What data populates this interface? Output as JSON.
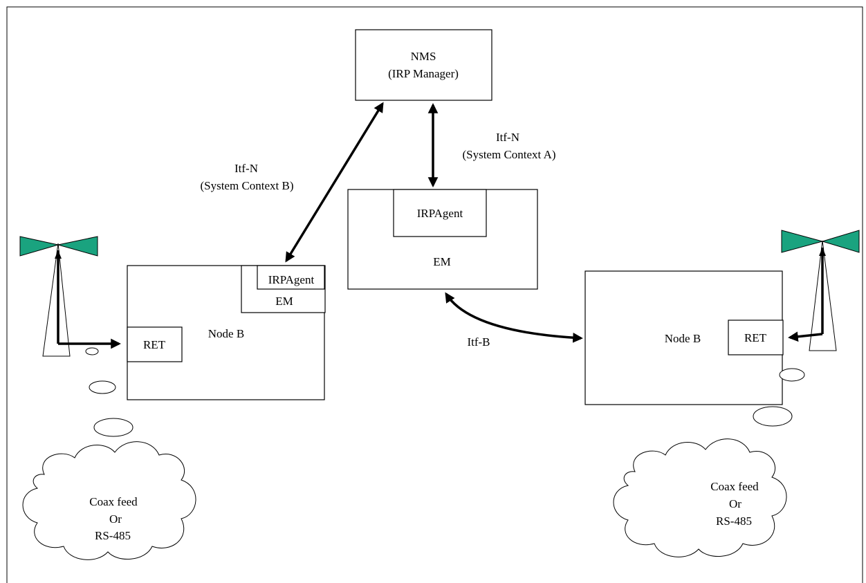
{
  "nms": {
    "line1": "NMS",
    "line2": "(IRP Manager)"
  },
  "itf_n_a": {
    "line1": "Itf-N",
    "line2": "(System Context A)"
  },
  "itf_n_b": {
    "line1": "Itf-N",
    "line2": "(System Context B)"
  },
  "em_center": {
    "agent": "IRPAgent",
    "label": "EM"
  },
  "node_left": {
    "label": "Node B",
    "agent": "IRPAgent",
    "em": "EM",
    "ret": "RET"
  },
  "node_right": {
    "label": "Node B",
    "ret": "RET"
  },
  "itf_b": {
    "label": "Itf-B"
  },
  "cloud_left": {
    "line1": "Coax feed",
    "line2": "Or",
    "line3": "RS-485"
  },
  "cloud_right": {
    "line1": "Coax feed",
    "line2": "Or",
    "line3": "RS-485"
  },
  "colors": {
    "antenna": "#1aa37f"
  }
}
